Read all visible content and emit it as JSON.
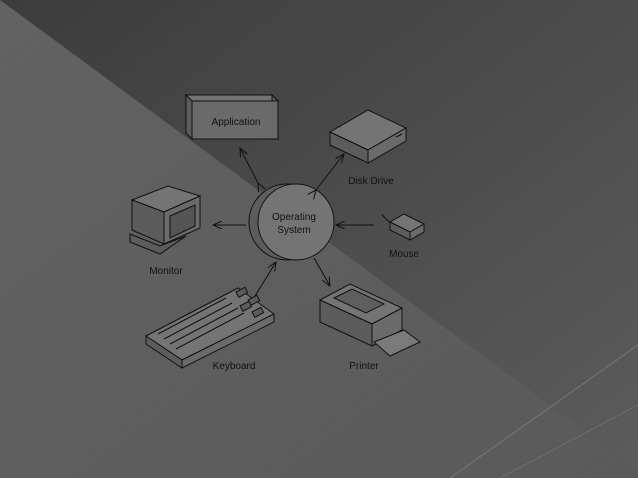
{
  "diagram": {
    "center": {
      "line1": "Operating",
      "line2": "System"
    },
    "nodes": {
      "application": "Application",
      "disk_drive": "Disk Drive",
      "monitor": "Monitor",
      "mouse": "Mouse",
      "keyboard": "Keyboard",
      "printer": "Printer"
    }
  },
  "colors": {
    "background_dark": "#3a3a3a",
    "background_light": "#6e6e6e",
    "line": "#111111"
  }
}
